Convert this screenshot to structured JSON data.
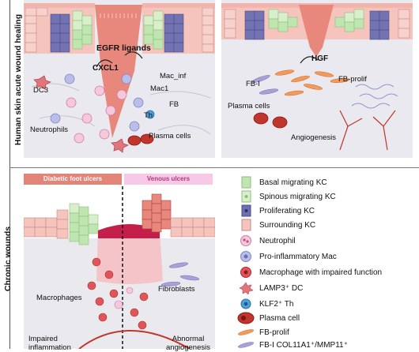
{
  "top": {
    "vertical_title": "Human skin acute wound healing",
    "left_panel": {
      "egfr": "EGFR ligands",
      "cxcl1": "CXCL1",
      "mac_inf": "Mac_inf",
      "mac1": "Mac1",
      "fb": "FB",
      "th": "Th",
      "dc3": "DC3",
      "neutrophils": "Neutrophils",
      "plasma": "Plasma cells"
    },
    "right_panel": {
      "hgf": "HGF",
      "fb_i": "FB-I",
      "fb_prolif": "FB-prolif",
      "plasma": "Plasma cells",
      "angio": "Angiogenesis"
    }
  },
  "bottom": {
    "vertical_title": "Chronic wounds",
    "dfu_header": "Diabetic foot ulcers",
    "vu_header": "Venous ulcers",
    "macrophages": "Macrophages",
    "fibroblasts": "Fibroblasts",
    "impaired": "Impaired inflammation",
    "abnormal": "Abnormal angiogenesis"
  },
  "legend": [
    {
      "icon": "basal-kc-icon",
      "label": "Basal migrating KC"
    },
    {
      "icon": "spinous-kc-icon",
      "label": "Spinous migrating KC"
    },
    {
      "icon": "proliferating-kc-icon",
      "label": "Proliferating KC"
    },
    {
      "icon": "surrounding-kc-icon",
      "label": "Surrounding KC"
    },
    {
      "icon": "neutrophil-icon",
      "label": "Neutrophil"
    },
    {
      "icon": "pro-inflammatory-mac-icon",
      "label": "Pro-inflammatory Mac"
    },
    {
      "icon": "impaired-macrophage-icon",
      "label": "Macrophage with impaired function"
    },
    {
      "icon": "lamp3-dc-icon",
      "label": "LAMP3⁺ DC"
    },
    {
      "icon": "klf2-th-icon",
      "label": "KLF2⁺ Th"
    },
    {
      "icon": "plasma-cell-icon",
      "label": "Plasma cell"
    },
    {
      "icon": "fb-prolif-icon",
      "label": "FB-prolif"
    },
    {
      "icon": "fb-i-icon",
      "label": "FB-I COL11A1⁺/MMP11⁺"
    }
  ],
  "colors": {
    "basal": "#bfe6b0",
    "spinous": "#d9efcc",
    "proliferating": "#6f6fb0",
    "surrounding": "#f4c4bd",
    "wound": "#e8877b",
    "dermis": "#e9e9ec",
    "dfu_header": "#e38479",
    "vu_header": "#f6c9e6"
  }
}
